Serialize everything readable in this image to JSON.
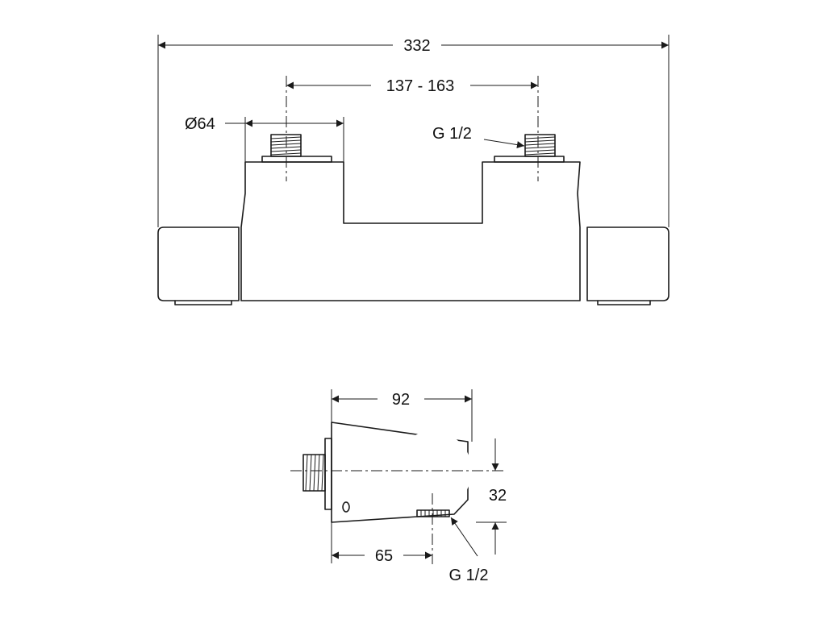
{
  "front_view": {
    "overall_width": "332",
    "inlet_spacing": "137 - 163",
    "end_diameter": "Ø64",
    "inlet_thread": "G 1/2"
  },
  "side_view": {
    "depth": "92",
    "outlet_height": "32",
    "outlet_offset": "65",
    "outlet_thread": "G 1/2"
  },
  "colors": {
    "line": "#1a1a1a",
    "background": "#ffffff"
  }
}
